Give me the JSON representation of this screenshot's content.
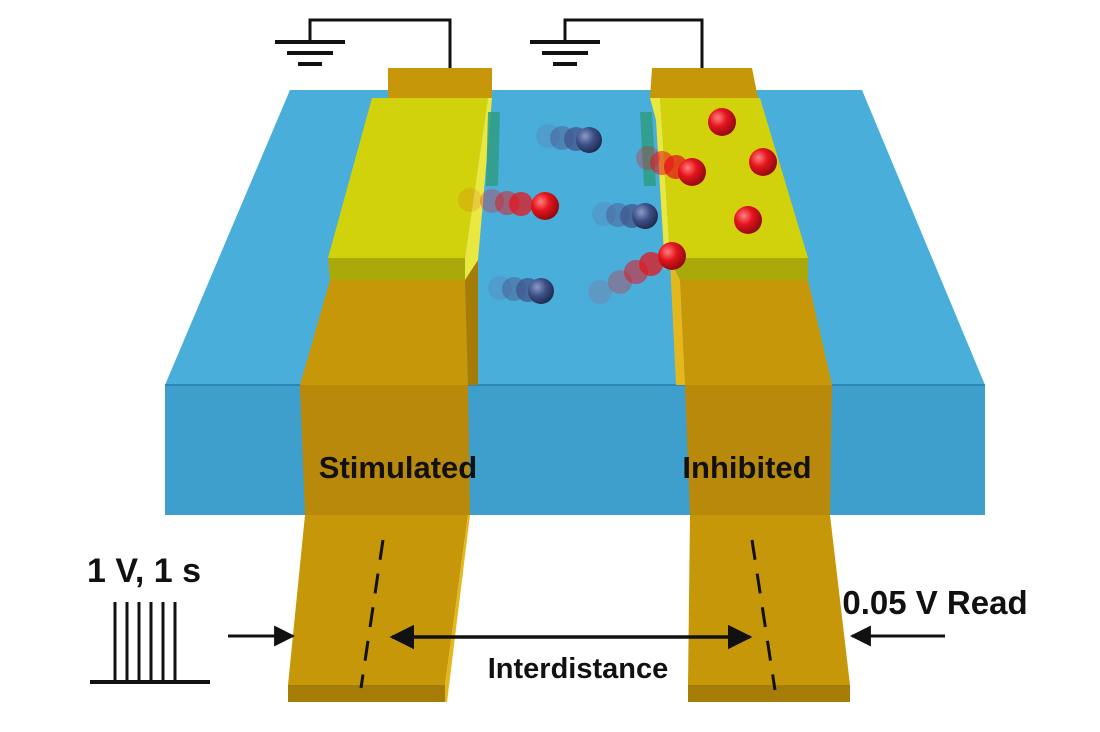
{
  "labels": {
    "stimulated": "Stimulated",
    "inhibited": "Inhibited",
    "pulse": "1 V, 1 s",
    "read": "0.05 V Read",
    "interdistance": "Interdistance"
  },
  "colors": {
    "substrate": "#4aaedb",
    "substrate_front": "#3e9fcc",
    "electrode": "#c7970a",
    "electrode_dark": "#a67c08",
    "electrode_edge": "#e4b81c",
    "pad": "#d2d20c",
    "pad_dark": "#a9a90a",
    "ion_red": "#e5141c",
    "ion_navy": "#3c4f86",
    "wire": "#111111"
  },
  "pulse_count": 6
}
